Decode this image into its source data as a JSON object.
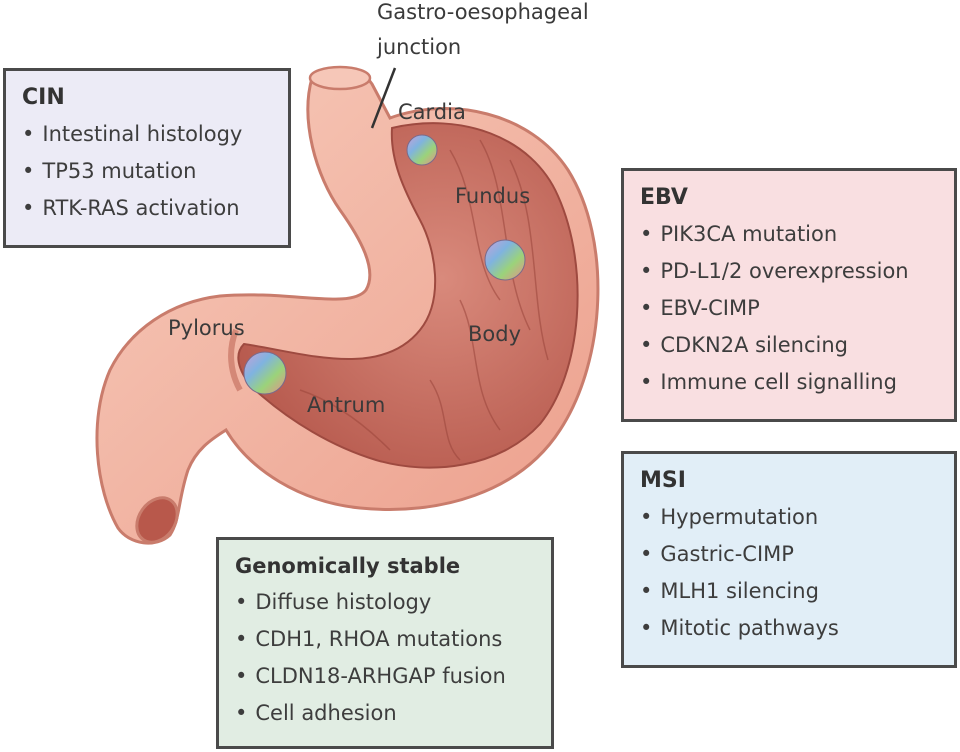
{
  "anatomy_labels": {
    "gej_line1": "Gastro-oesophageal",
    "gej_line2": "junction",
    "cardia": "Cardia",
    "fundus": "Fundus",
    "body": "Body",
    "pylorus": "Pylorus",
    "antrum": "Antrum"
  },
  "subtypes": {
    "cin": {
      "title": "CIN",
      "items": [
        "Intestinal histology",
        "TP53 mutation",
        "RTK-RAS activation"
      ]
    },
    "ebv": {
      "title": "EBV",
      "items": [
        "PIK3CA mutation",
        "PD-L1/2 overexpression",
        "EBV-CIMP",
        "CDKN2A silencing",
        "Immune cell signalling"
      ]
    },
    "msi": {
      "title": "MSI",
      "items": [
        "Hypermutation",
        "Gastric-CIMP",
        "MLH1 silencing",
        "Mitotic pathways"
      ]
    },
    "gs": {
      "title": "Genomically stable",
      "items": [
        "Diffuse histology",
        "CDH1, RHOA mutations",
        "CLDN18-ARHGAP fusion",
        "Cell adhesion"
      ]
    }
  },
  "colors": {
    "cin_box": "#ecebf6",
    "ebv_box": "#f9dfe1",
    "msi_box": "#e1eef7",
    "gs_box": "#e1ede3",
    "stomach_outer": "#f3b6a4",
    "stomach_inner": "#c86a5c"
  }
}
